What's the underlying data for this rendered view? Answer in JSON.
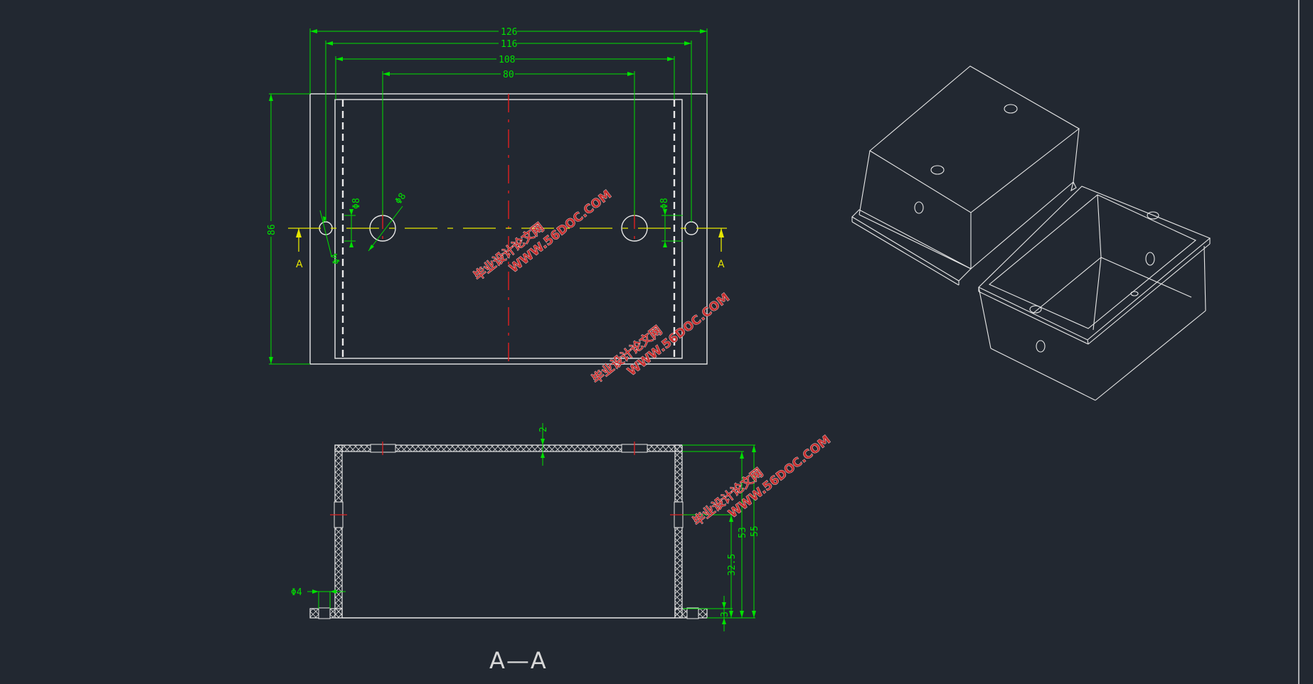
{
  "dimensions": {
    "top_126": "126",
    "top_116": "116",
    "top_108": "108",
    "top_80": "80",
    "left_86": "86",
    "dia8_left": "Φ8",
    "dia8_left_v": "Φ8",
    "dia8_right_v": "Φ8",
    "dia4_left": "Φ4",
    "section_2": "2",
    "section_55": "55",
    "section_53": "53",
    "section_32_5": "32.5",
    "section_3": "3",
    "section_dia4": "Φ4"
  },
  "section_markers": {
    "left": "A",
    "right": "A"
  },
  "section_title": "A—A",
  "watermark": {
    "cn": "毕业设计论文网",
    "url": "WWW.56DOC.COM"
  },
  "colors": {
    "background": "#222831",
    "outline": "#e8e8e8",
    "dimension": "#00e000",
    "centerline": "#e02020",
    "section_line": "#e6e600"
  }
}
